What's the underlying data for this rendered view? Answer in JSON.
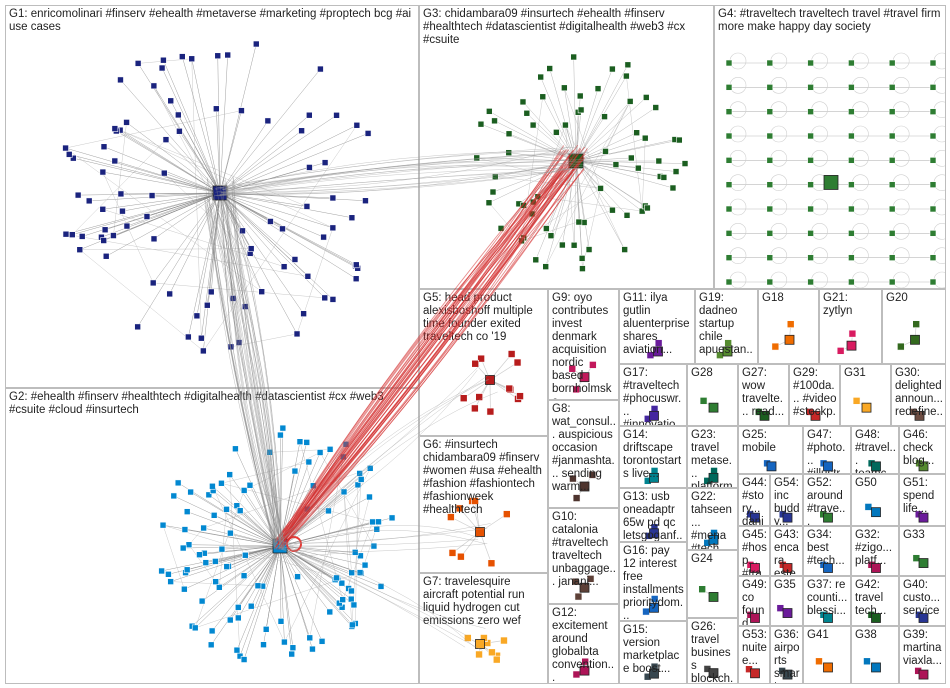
{
  "groups": [
    {
      "id": "G1",
      "label": "G1: enricomolinari #finserv #ehealth #metaverse #marketing #proptech bcg #ai use cases",
      "node_color": "#1a237e",
      "edge_color": "#777777",
      "nodes": 90
    },
    {
      "id": "G2",
      "label": "G2: #ehealth #finserv #healthtech #digitalhealth #datascientist #cx #web3 #csuite #cloud #insurtech",
      "node_color": "#0288d1",
      "edge_color": "#777777",
      "nodes": 110
    },
    {
      "id": "G3",
      "label": "G3: chidambara09 #insurtech #ehealth #finserv #healthtech #datascientist #digitalhealth #web3 #cx #csuite",
      "node_color": "#1b5e20",
      "edge_color": "#999999",
      "nodes": 70
    },
    {
      "id": "G4",
      "label": "G4: #traveltech traveltech travel #travel firm more make happy day society",
      "node_color": "#2e7d32",
      "edge_color": "#bbbbbb",
      "nodes": 60
    },
    {
      "id": "G5",
      "label": "G5: head product alexisboshoff multiple time founder exited traveltech co '19",
      "node_color": "#b71c1c",
      "edge_color": "#bbbbbb",
      "nodes": 12
    },
    {
      "id": "G6",
      "label": "G6: #insurtech chidambara09 #finserv #women #usa #ehealth #fashion #fashiontech #fashionweek #healthtech",
      "node_color": "#e65100",
      "edge_color": "#bbbbbb",
      "nodes": 8
    },
    {
      "id": "G7",
      "label": "G7: travelesquire aircraft potential run liquid hydrogen cut emissions zero wef",
      "node_color": "#f9a825",
      "edge_color": "#bbbbbb",
      "nodes": 9
    },
    {
      "id": "G8",
      "label": "G8: wat_consul... auspicious occasion #janmashta... sending warm...",
      "node_color": "#4e342e",
      "edge_color": "#bbbbbb",
      "nodes": 4
    },
    {
      "id": "G9",
      "label": "G9: oyo contributes invest denmark acquisition nordic based bornholmske feriehuse...",
      "node_color": "#c2185b",
      "edge_color": "#bbbbbb",
      "nodes": 4
    },
    {
      "id": "G10",
      "label": "G10: catalonia #traveltech traveltech unbaggage... janani...",
      "node_color": "#5d4037",
      "edge_color": "#bbbbbb",
      "nodes": 4
    },
    {
      "id": "G11",
      "label": "G11: ilya gutlin aluenterprise shares aviation...",
      "node_color": "#6a1b9a",
      "edge_color": "#bbbbbb",
      "nodes": 3
    },
    {
      "id": "G12",
      "label": "G12: excitement around globalbta convention...",
      "node_color": "#ad1457",
      "edge_color": "#bbbbbb",
      "nodes": 3
    },
    {
      "id": "G13",
      "label": "G13: usb oneadaptr 65w pd qc letsgoganf...",
      "node_color": "#283593",
      "edge_color": "#bbbbbb",
      "nodes": 3
    },
    {
      "id": "G14",
      "label": "G14: driftscape torontostarts live...",
      "node_color": "#00838f",
      "edge_color": "#bbbbbb",
      "nodes": 3
    },
    {
      "id": "G15",
      "label": "G15: version marketplace boost...",
      "node_color": "#37474f",
      "edge_color": "#bbbbbb",
      "nodes": 3
    },
    {
      "id": "G16",
      "label": "G16: pay 12 interest free installments prioritydom...",
      "node_color": "#1565c0",
      "edge_color": "#bbbbbb",
      "nodes": 3
    },
    {
      "id": "G17",
      "label": "G17: #traveltech #phocuswr... #innovatio...",
      "node_color": "#4527a0",
      "edge_color": "#bbbbbb",
      "nodes": 3
    },
    {
      "id": "G18",
      "label": "G18",
      "node_color": "#ef6c00",
      "edge_color": "#bbbbbb",
      "nodes": 3
    },
    {
      "id": "G19",
      "label": "G19: dadneo startup chile apuestan...",
      "node_color": "#558b2f",
      "edge_color": "#bbbbbb",
      "nodes": 3
    },
    {
      "id": "G20",
      "label": "G20",
      "node_color": "#33691e",
      "edge_color": "#bbbbbb",
      "nodes": 3
    },
    {
      "id": "G21",
      "label": "G21: zytlyn",
      "node_color": "#d81b60",
      "edge_color": "#bbbbbb",
      "nodes": 3
    },
    {
      "id": "G22",
      "label": "G22: tahseen... #mena #tech...",
      "node_color": "#0277bd",
      "edge_color": "#bbbbbb",
      "nodes": 3
    },
    {
      "id": "G23",
      "label": "G23: travel metase... platform...",
      "node_color": "#00695c",
      "edge_color": "#bbbbbb",
      "nodes": 3
    },
    {
      "id": "G24",
      "label": "G24",
      "node_color": "#2e7d32",
      "edge_color": "#bbbbbb",
      "nodes": 2
    },
    {
      "id": "G25",
      "label": "G25: mobile",
      "node_color": "#1565c0",
      "edge_color": "#bbbbbb",
      "nodes": 2
    },
    {
      "id": "G26",
      "label": "G26: travel business blockch...",
      "node_color": "#424242",
      "edge_color": "#bbbbbb",
      "nodes": 2
    },
    {
      "id": "G27",
      "label": "G27: wow travelte... read...",
      "node_color": "#1b5e20",
      "edge_color": "#bbbbbb",
      "nodes": 2
    },
    {
      "id": "G28",
      "label": "G28",
      "node_color": "#2e7d32",
      "edge_color": "#bbbbbb",
      "nodes": 2
    },
    {
      "id": "G29",
      "label": "G29: #100da... #video #stockp...",
      "node_color": "#c62828",
      "edge_color": "#bbbbbb",
      "nodes": 2
    },
    {
      "id": "G30",
      "label": "G30: delighted announ... redefine...",
      "node_color": "#6d4c41",
      "edge_color": "#bbbbbb",
      "nodes": 2
    },
    {
      "id": "G31",
      "label": "G31",
      "node_color": "#f9a825",
      "edge_color": "#bbbbbb",
      "nodes": 2
    },
    {
      "id": "G32",
      "label": "G32: #zigo... platf...",
      "node_color": "#ad1457",
      "edge_color": "#bbbbbb",
      "nodes": 2
    },
    {
      "id": "G33",
      "label": "G33",
      "node_color": "#2e7d32",
      "edge_color": "#bbbbbb",
      "nodes": 2
    },
    {
      "id": "G34",
      "label": "G34: best #tech...",
      "node_color": "#1565c0",
      "edge_color": "#bbbbbb",
      "nodes": 2
    },
    {
      "id": "G35",
      "label": "G35",
      "node_color": "#6a1b9a",
      "edge_color": "#bbbbbb",
      "nodes": 2
    },
    {
      "id": "G36",
      "label": "G36: airports smart...",
      "node_color": "#37474f",
      "edge_color": "#bbbbbb",
      "nodes": 2
    },
    {
      "id": "G37",
      "label": "G37: re counti... blessi...",
      "node_color": "#00838f",
      "edge_color": "#bbbbbb",
      "nodes": 2
    },
    {
      "id": "G38",
      "label": "G38",
      "node_color": "#0277bd",
      "edge_color": "#bbbbbb",
      "nodes": 2
    },
    {
      "id": "G39",
      "label": "G39: martina viaxla...",
      "node_color": "#ad1457",
      "edge_color": "#bbbbbb",
      "nodes": 2
    },
    {
      "id": "G40",
      "label": "G40: custo... service",
      "node_color": "#283593",
      "edge_color": "#bbbbbb",
      "nodes": 2
    },
    {
      "id": "G41",
      "label": "G41",
      "node_color": "#ef6c00",
      "edge_color": "#bbbbbb",
      "nodes": 2
    },
    {
      "id": "G42",
      "label": "G42: travel tech...",
      "node_color": "#1b5e20",
      "edge_color": "#bbbbbb",
      "nodes": 2
    },
    {
      "id": "G43",
      "label": "G43: encara esteu...",
      "node_color": "#c62828",
      "edge_color": "#bbbbbb",
      "nodes": 2
    },
    {
      "id": "G44",
      "label": "G44: #story... danis...",
      "node_color": "#283593",
      "edge_color": "#bbbbbb",
      "nodes": 2
    },
    {
      "id": "G45",
      "label": "G45: #hosp... #trav...",
      "node_color": "#d81b60",
      "edge_color": "#bbbbbb",
      "nodes": 2
    },
    {
      "id": "G46",
      "label": "G46: check blog...",
      "node_color": "#558b2f",
      "edge_color": "#bbbbbb",
      "nodes": 2
    },
    {
      "id": "G47",
      "label": "G47: #photo... #illustr...",
      "node_color": "#1565c0",
      "edge_color": "#bbbbbb",
      "nodes": 2
    },
    {
      "id": "G48",
      "label": "G48: #travel... teamc...",
      "node_color": "#00695c",
      "edge_color": "#bbbbbb",
      "nodes": 2
    },
    {
      "id": "G49",
      "label": "G49: co found...",
      "node_color": "#ad1457",
      "edge_color": "#bbbbbb",
      "nodes": 2
    },
    {
      "id": "G50",
      "label": "G50",
      "node_color": "#0277bd",
      "edge_color": "#bbbbbb",
      "nodes": 2
    },
    {
      "id": "G51",
      "label": "G51: spend life...",
      "node_color": "#6a1b9a",
      "edge_color": "#bbbbbb",
      "nodes": 2
    },
    {
      "id": "G52",
      "label": "G52: around #trave...",
      "node_color": "#2e7d32",
      "edge_color": "#bbbbbb",
      "nodes": 2
    },
    {
      "id": "G53",
      "label": "G53: nuitee...",
      "node_color": "#c62828",
      "edge_color": "#bbbbbb",
      "nodes": 2
    },
    {
      "id": "G54",
      "label": "G54: inc buddy...",
      "node_color": "#283593",
      "edge_color": "#bbbbbb",
      "nodes": 2
    }
  ],
  "cross_links": [
    {
      "from": "G2",
      "to": "G3",
      "count": 60,
      "color": "#d32f2f"
    },
    {
      "from": "G2",
      "to": "G1",
      "count": 40,
      "color": "#888888"
    },
    {
      "from": "G1",
      "to": "G3",
      "count": 22,
      "color": "#999999"
    },
    {
      "from": "G2",
      "to": "G5",
      "count": 6,
      "color": "#999999"
    },
    {
      "from": "G2",
      "to": "G6",
      "count": 6,
      "color": "#999999"
    },
    {
      "from": "G2",
      "to": "G7",
      "count": 5,
      "color": "#999999"
    }
  ]
}
